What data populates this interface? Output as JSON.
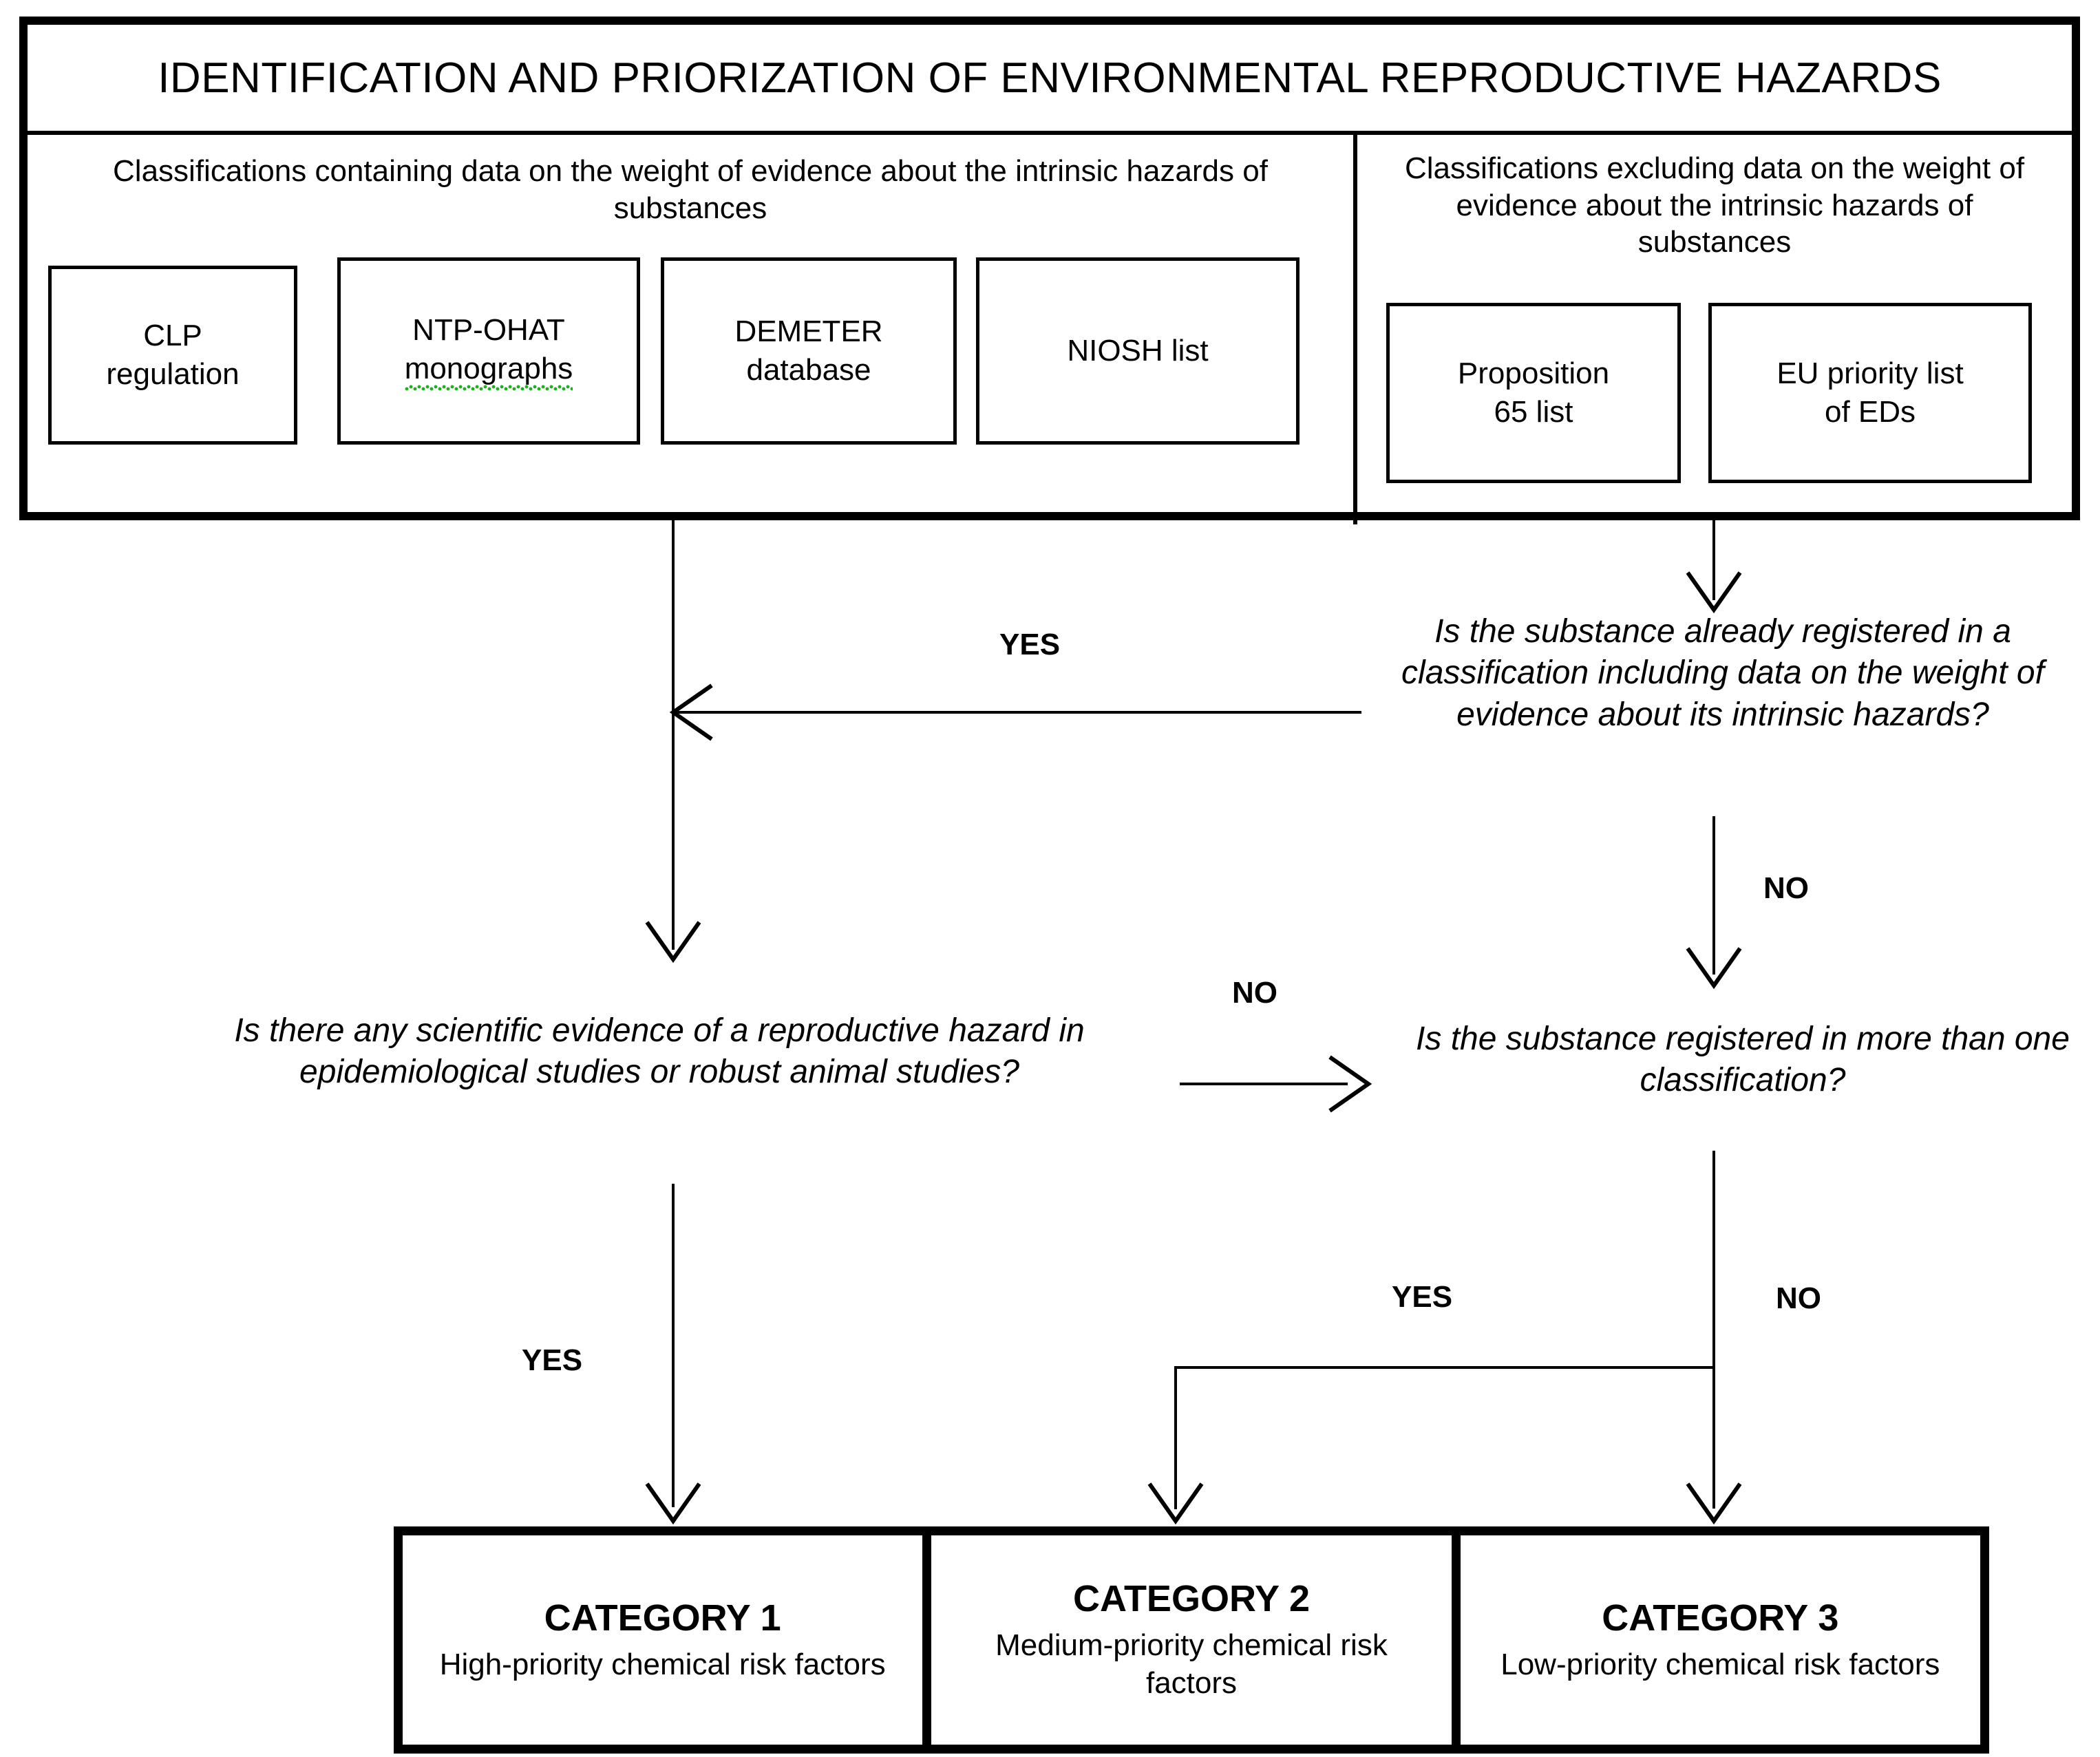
{
  "title": "IDENTIFICATION AND PRIORIZATION OF ENVIRONMENTAL REPRODUCTIVE HAZARDS",
  "sources": {
    "left": {
      "caption": "Classifications containing data on the weight of evidence about the intrinsic hazards of substances",
      "boxes": [
        {
          "line1": "CLP",
          "line2": "regulation",
          "spellcheck": false
        },
        {
          "line1": "NTP-OHAT",
          "line2": "monographs",
          "spellcheck": true
        },
        {
          "line1": "DEMETER",
          "line2": "database",
          "spellcheck": false
        },
        {
          "line1": "NIOSH list",
          "line2": "",
          "spellcheck": false
        }
      ]
    },
    "right": {
      "caption": "Classifications excluding data on the weight of evidence about the intrinsic hazards of substances",
      "boxes": [
        {
          "line1": "Proposition",
          "line2": "65 list",
          "spellcheck": false
        },
        {
          "line1": "EU priority list",
          "line2": "of EDs",
          "spellcheck": false
        }
      ]
    }
  },
  "questions": {
    "registered_in_weight_of_evidence": "Is the substance already registered in a classification including data on the weight of evidence about its intrinsic hazards?",
    "scientific_evidence": "Is there any scientific evidence of a reproductive hazard in epidemiological studies or robust animal studies?",
    "more_than_one_classification": "Is the substance registered in more than one classification?"
  },
  "edge_labels": {
    "q1_yes": "YES",
    "q1_no": "NO",
    "q2_no": "NO",
    "q2_yes": "YES",
    "q3_yes": "YES",
    "q3_no": "NO"
  },
  "categories": [
    {
      "title": "CATEGORY 1",
      "subtitle": "High-priority chemical risk factors"
    },
    {
      "title": "CATEGORY 2",
      "subtitle": "Medium-priority chemical risk factors"
    },
    {
      "title": "CATEGORY 3",
      "subtitle": "Low-priority chemical risk factors"
    }
  ],
  "colors": {
    "stroke": "#000000",
    "background": "#ffffff",
    "spellcheck": "#19b319"
  }
}
